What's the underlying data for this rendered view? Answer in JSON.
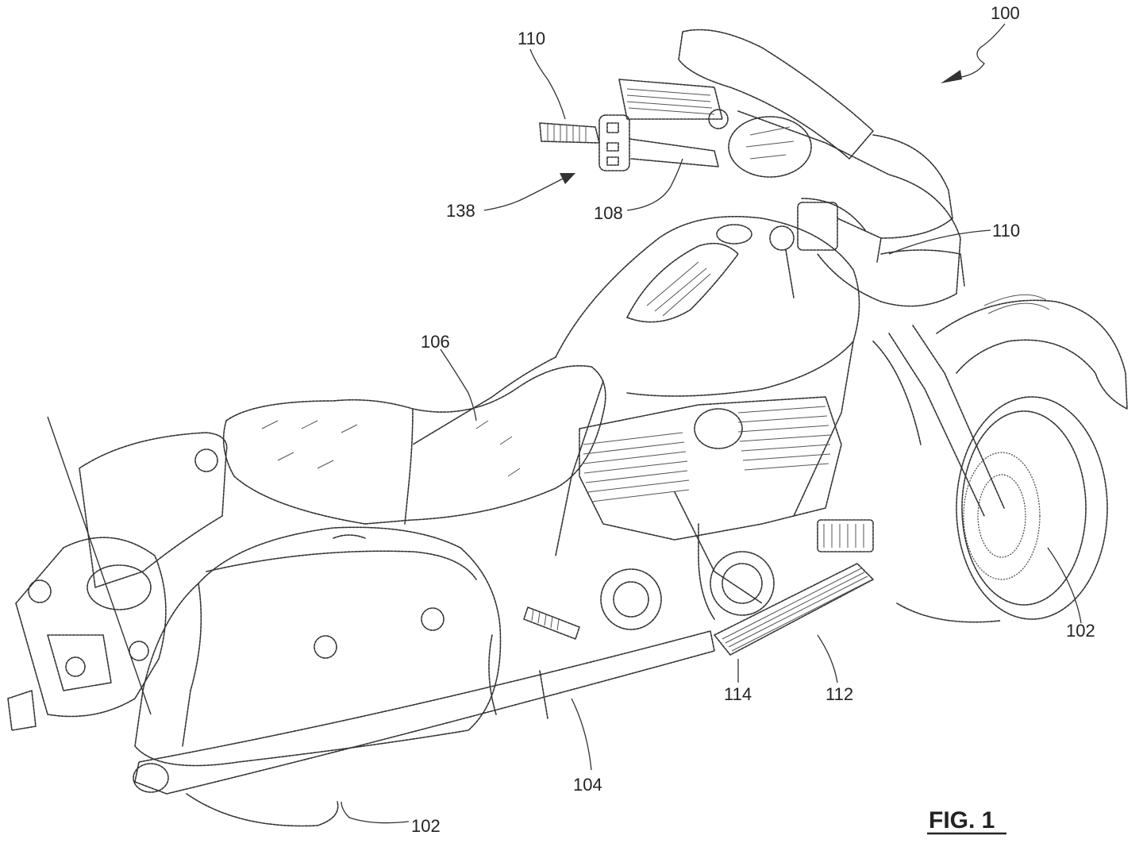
{
  "figure": {
    "title": "FIG. 1"
  },
  "refs": {
    "r100": "100",
    "r110_top": "110",
    "r110_right": "110",
    "r138": "138",
    "r108": "108",
    "r106": "106",
    "r102_front": "102",
    "r102_rear": "102",
    "r104": "104",
    "r112": "112",
    "r114": "114"
  }
}
